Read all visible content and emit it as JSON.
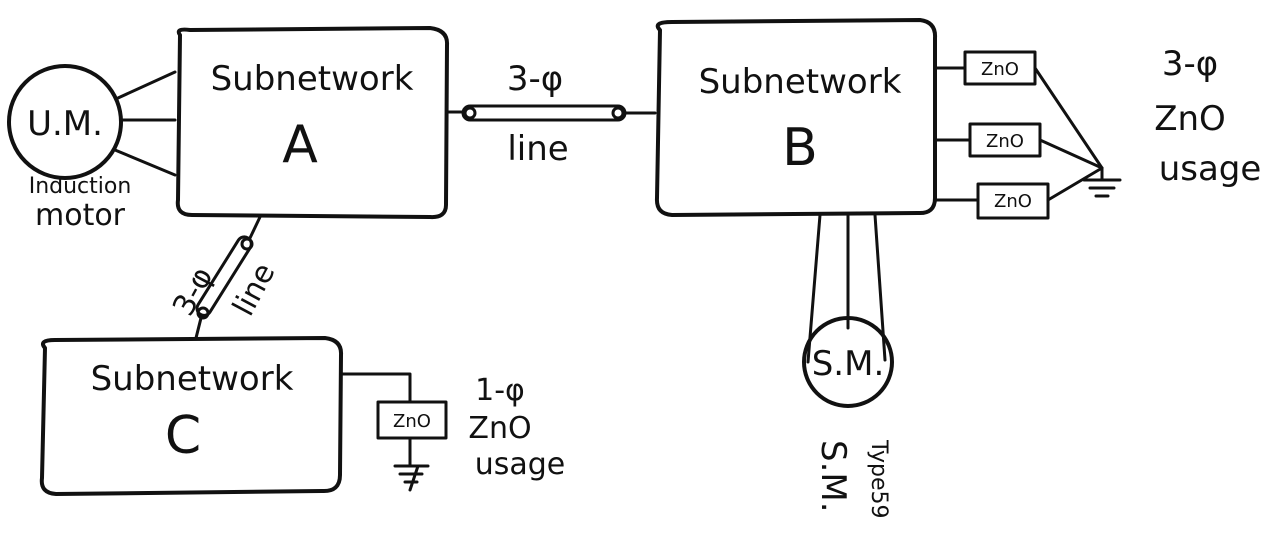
{
  "subnetworks": {
    "a": {
      "title": "Subnetwork",
      "letter": "A"
    },
    "b": {
      "title": "Subnetwork",
      "letter": "B"
    },
    "c": {
      "title": "Subnetwork",
      "letter": "C"
    }
  },
  "motors": {
    "induction": {
      "symbol": "U.M.",
      "caption_line1": "Induction",
      "caption_line2": "motor"
    },
    "synchronous": {
      "symbol": "S.M.",
      "caption": "S.M.",
      "type_label": "Type59"
    }
  },
  "lines": {
    "ab": {
      "phase": "3-φ",
      "label": "line"
    },
    "ac": {
      "phase": "3-φ",
      "label": "line"
    }
  },
  "arresters": {
    "three_phase": {
      "device": "ZnO",
      "caption_line1": "3-φ",
      "caption_line2": "ZnO",
      "caption_line3": "usage"
    },
    "single_phase": {
      "device": "ZnO",
      "caption_line1": "1-φ",
      "caption_line2": "ZnO",
      "caption_line3": "usage"
    }
  },
  "colors": {
    "ink": "#111111",
    "paper": "#ffffff"
  }
}
